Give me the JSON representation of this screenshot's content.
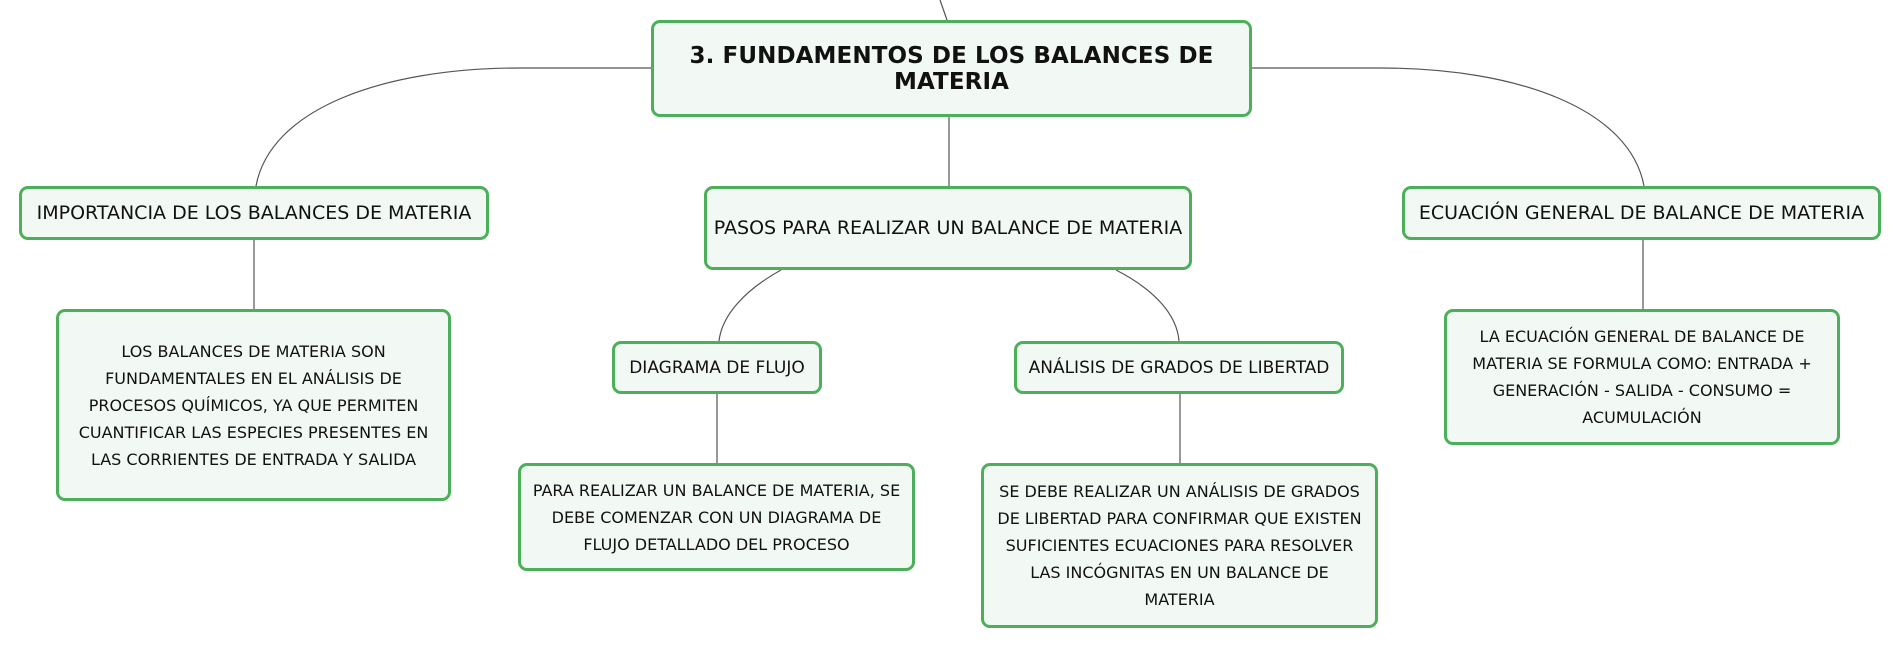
{
  "mindmap": {
    "root": "3. FUNDAMENTOS DE LOS BALANCES DE MATERIA",
    "importance": {
      "title": "IMPORTANCIA DE LOS BALANCES DE MATERIA",
      "detail": "LOS BALANCES DE MATERIA SON FUNDAMENTALES EN EL ANÁLISIS DE PROCESOS QUÍMICOS, YA QUE PERMITEN CUANTIFICAR LAS ESPECIES PRESENTES EN LAS CORRIENTES DE ENTRADA Y SALIDA"
    },
    "steps": {
      "title": "PASOS PARA REALIZAR UN BALANCE DE MATERIA",
      "flow_diagram": {
        "title": "DIAGRAMA DE FLUJO",
        "detail": "PARA REALIZAR UN BALANCE DE MATERIA, SE DEBE COMENZAR CON UN DIAGRAMA DE FLUJO DETALLADO DEL PROCESO"
      },
      "degrees_of_freedom": {
        "title": "ANÁLISIS DE GRADOS DE LIBERTAD",
        "detail": "SE DEBE REALIZAR UN ANÁLISIS DE GRADOS DE LIBERTAD PARA CONFIRMAR QUE EXISTEN SUFICIENTES ECUACIONES PARA RESOLVER LAS INCÓGNITAS EN UN BALANCE DE MATERIA"
      }
    },
    "general_equation": {
      "title": "ECUACIÓN GENERAL DE BALANCE DE MATERIA",
      "detail": "LA ECUACIÓN GENERAL DE BALANCE DE MATERIA SE FORMULA COMO: ENTRADA + GENERACIÓN - SALIDA - CONSUMO = ACUMULACIÓN"
    }
  },
  "colors": {
    "node_border": "#4caf5a",
    "node_fill": "#f2f8f3",
    "connector": "#555555",
    "text": "#111111"
  }
}
